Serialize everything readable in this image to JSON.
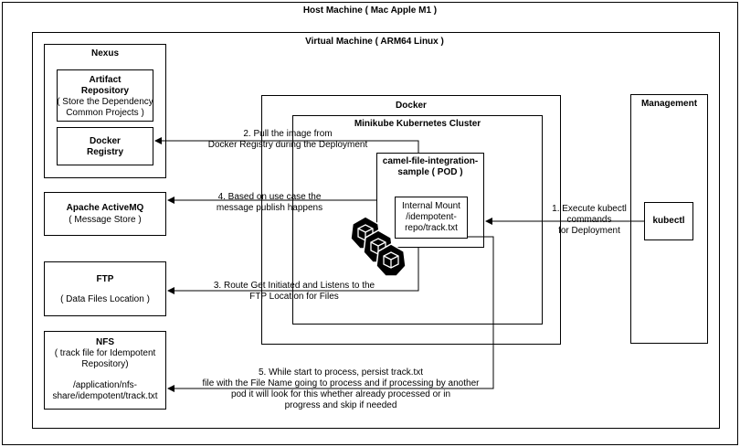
{
  "host": {
    "title": "Host Machine ( Mac Apple M1 )"
  },
  "vm": {
    "title": "Virtual Machine ( ARM64 Linux )"
  },
  "nexus": {
    "title": "Nexus",
    "artifact": {
      "title": "Artifact\nRepository",
      "desc": "( Store the Dependency\nCommon Projects )"
    },
    "docker_registry": {
      "title": "Docker\nRegistry"
    }
  },
  "activemq": {
    "title": "Apache ActiveMQ",
    "desc": "( Message Store )"
  },
  "ftp": {
    "title": "FTP",
    "desc": "( Data Files Location )"
  },
  "nfs": {
    "title": "NFS",
    "desc": "( track file for Idempotent\nRepository)",
    "path": "/application/nfs-\nshare/idempotent/track.txt"
  },
  "docker": {
    "title": "Docker"
  },
  "minikube": {
    "title": "Minikube Kubernetes Cluster"
  },
  "pod": {
    "title": "camel-file-integration-\nsample ( POD )"
  },
  "mount": {
    "text": "Internal Mount\n/idempotent-\nrepo/track.txt"
  },
  "management": {
    "title": "Management"
  },
  "kubectl": {
    "title": "kubectl"
  },
  "arrows": {
    "a1": "1. Execute kubectl\ncommands\nfor Deployment",
    "a2": "2. Pull the image from\nDocker Registry during the Deployment",
    "a3": "3. Route Get Initiated and Listens to the\nFTP Location for Files",
    "a4": "4. Based on use case the\nmessage publish happens",
    "a5": "5. While start to process, persist track.txt\nfile with the File Name going to process and if processing by another\npod it will look for this whether already processed or in\nprogress and skip if needed"
  },
  "colors": {
    "line": "#000000",
    "background": "#ffffff"
  },
  "icons": [
    "kubernetes-pod-icon",
    "kubernetes-pod-icon",
    "kubernetes-pod-icon"
  ]
}
